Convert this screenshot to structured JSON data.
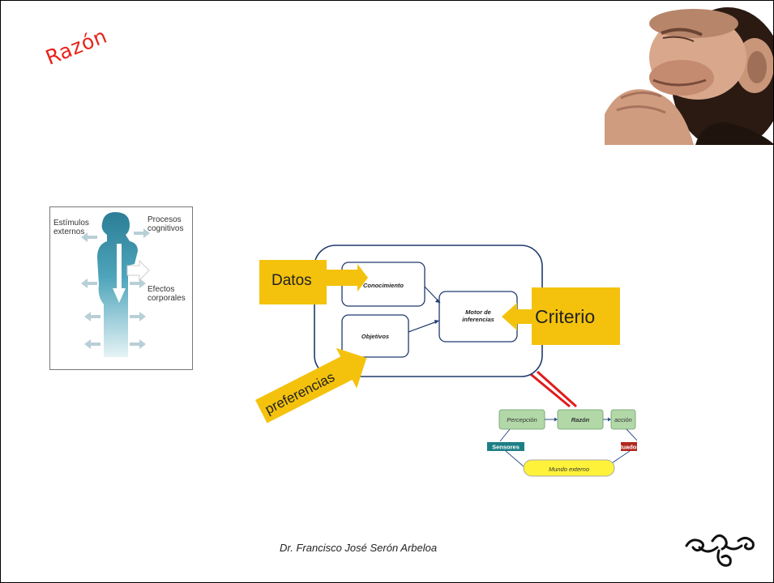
{
  "slide": {
    "title": "Razón",
    "author": "Dr. Francisco José Serón Arbeloa"
  },
  "body_figure": {
    "labels": {
      "stimuli": "Estímulos externos",
      "cognitive": "Procesos cognitivos",
      "effects": "Efectos corporales"
    }
  },
  "diagram": {
    "arrows": {
      "datos": "Datos",
      "preferencias": "preferencias",
      "criterio": "Criterio"
    },
    "boxes": {
      "conocimiento": "Conocimiento",
      "objetivos": "Objetivos",
      "motor_line1": "Motor de",
      "motor_line2": "inferencias"
    },
    "loop": {
      "percepcion": "Percepción",
      "razon": "Razón",
      "accion": "acción",
      "sensores": "Sensores",
      "actuadores": "Actuadores",
      "mundo": "Mundo externo"
    },
    "colors": {
      "arrow_fill": "#f4c20d",
      "frame_stroke": "#1f3a6e",
      "loop_box": "#b2d8a8",
      "sensores_tag": "#1d7f86",
      "actuadores_tag": "#b0271d",
      "mundo_fill": "#fff23a",
      "connector": "#e11b1b"
    }
  }
}
